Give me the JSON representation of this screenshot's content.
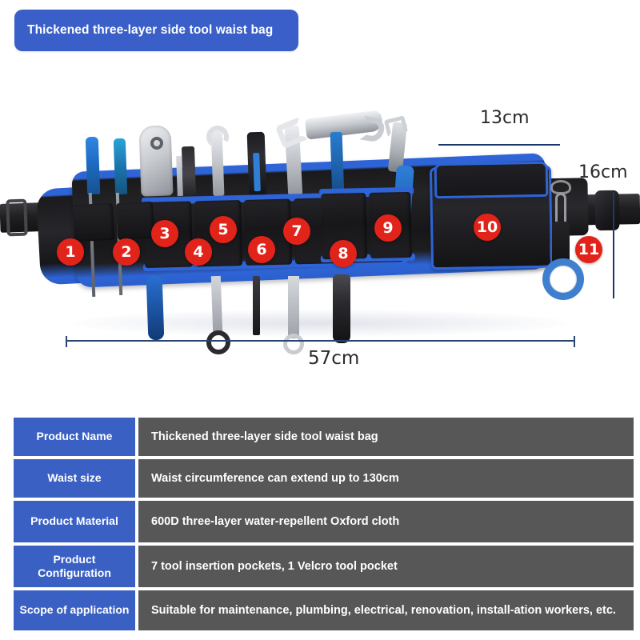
{
  "title_banner": {
    "text": "Thickened three-layer side tool waist bag"
  },
  "dimensions": {
    "pouch_width": "13cm",
    "pouch_height": "16cm",
    "belt_length": "57cm"
  },
  "callouts": [
    {
      "number": "1"
    },
    {
      "number": "2"
    },
    {
      "number": "3"
    },
    {
      "number": "4"
    },
    {
      "number": "5"
    },
    {
      "number": "6"
    },
    {
      "number": "7"
    },
    {
      "number": "8"
    },
    {
      "number": "9"
    },
    {
      "number": "10"
    },
    {
      "number": "11"
    }
  ],
  "spec_table": {
    "rows": [
      {
        "label": "Product Name",
        "value": "Thickened three-layer side tool waist bag"
      },
      {
        "label": "Waist size",
        "value": "Waist circumference can extend up to 130cm"
      },
      {
        "label": "Product Material",
        "value": "600D three-layer water-repellent Oxford cloth"
      },
      {
        "label": "Product Configuration",
        "value": "7 tool insertion pockets, 1 Velcro tool pocket"
      },
      {
        "label": "Scope of application",
        "value": "Suitable for maintenance, plumbing, electrical, renovation, install-ation workers, etc."
      }
    ]
  },
  "colors": {
    "brand_blue": "#3a5fc8",
    "table_label_blue": "#3a60c4",
    "table_value_gray": "#575757",
    "callout_red": "#e2231a",
    "belt_blue": "#2e64d6",
    "background": "#ffffff"
  }
}
